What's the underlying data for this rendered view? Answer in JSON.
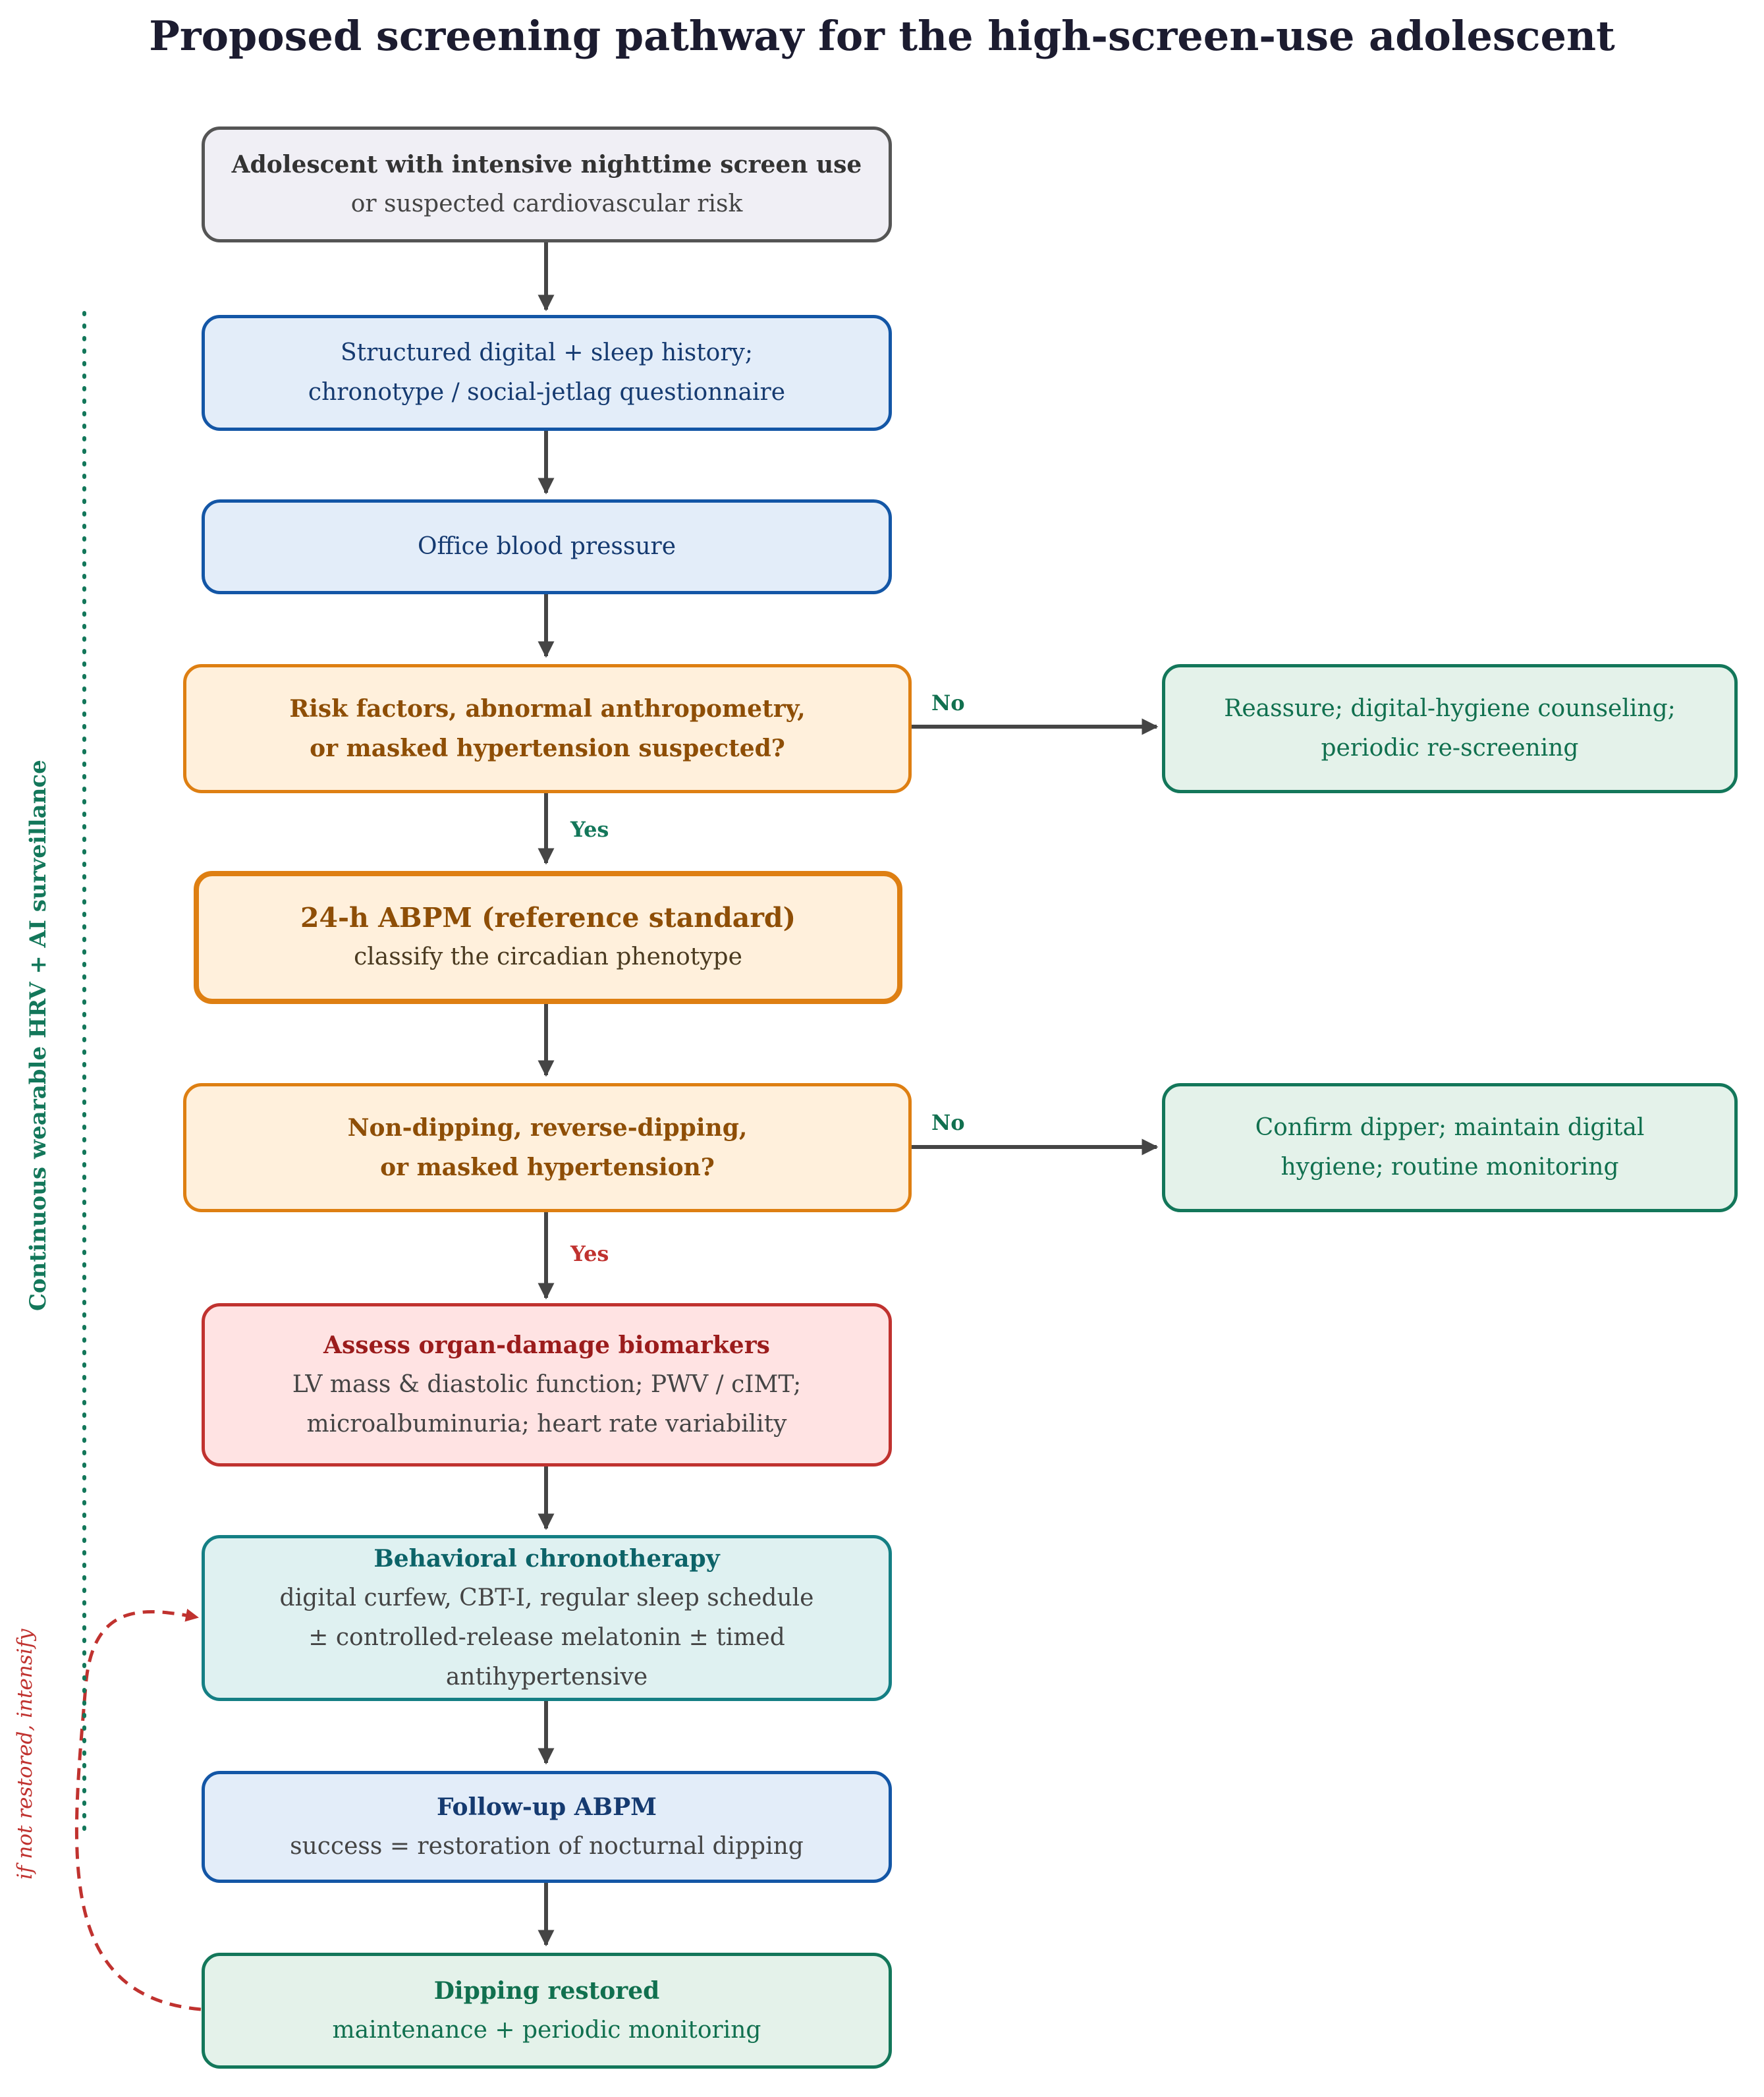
{
  "title": "Proposed screening pathway for the high-screen-use adolescent",
  "nodes": {
    "start": {
      "line1": "Adolescent with intensive nighttime screen use",
      "line2": "or suspected cardiovascular risk"
    },
    "history": {
      "line1": "Structured digital + sleep history;",
      "line2": "chronotype / social-jetlag questionnaire"
    },
    "office_bp": {
      "line1": "Office blood pressure"
    },
    "risk": {
      "line1": "Risk factors, abnormal anthropometry,",
      "line2": "or masked hypertension suspected?"
    },
    "reassure": {
      "line1": "Reassure; digital-hygiene counseling;",
      "line2": "periodic re-screening"
    },
    "abpm": {
      "line1": "24-h ABPM (reference standard)",
      "line2": "classify the circadian phenotype"
    },
    "nondip": {
      "line1": "Non-dipping, reverse-dipping,",
      "line2": "or masked hypertension?"
    },
    "dipper": {
      "line1": "Confirm dipper; maintain digital",
      "line2": "hygiene; routine monitoring"
    },
    "organ": {
      "line1": "Assess organ-damage biomarkers",
      "line2": "LV mass & diastolic function; PWV / cIMT;",
      "line3": "microalbuminuria; heart rate variability"
    },
    "chrono": {
      "line1": "Behavioral chronotherapy",
      "line2": "digital curfew, CBT-I, regular sleep schedule",
      "line3": "± controlled-release melatonin ± timed antihypertensive"
    },
    "followup": {
      "line1": "Follow-up ABPM",
      "line2": "success = restoration of nocturnal dipping"
    },
    "restored": {
      "line1": "Dipping restored",
      "line2": "maintenance + periodic monitoring"
    }
  },
  "edge_labels": {
    "risk_no": "No",
    "risk_yes": "Yes",
    "nondip_no": "No",
    "nondip_yes": "Yes",
    "feedback": "if not restored, intensify"
  },
  "side_label": "Continuous wearable HRV + AI surveillance",
  "colors": {
    "arrow": "#454545",
    "feedback": "#c0322f",
    "surveillance": "#13775a",
    "yes_green": "#13775a",
    "yes_red": "#c0322f",
    "no": "#11704f"
  }
}
